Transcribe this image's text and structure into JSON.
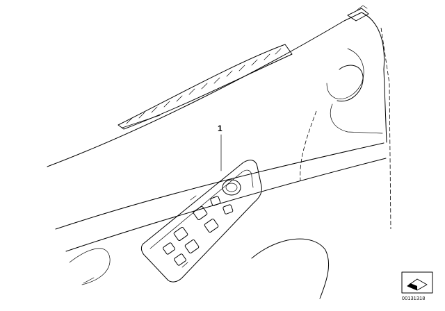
{
  "diagram": {
    "callouts": [
      {
        "label": "1"
      }
    ],
    "part_number": "00131318",
    "icons": [
      "switch-panel",
      "door-trim",
      "air-vent",
      "sheet-corner-icon"
    ]
  }
}
